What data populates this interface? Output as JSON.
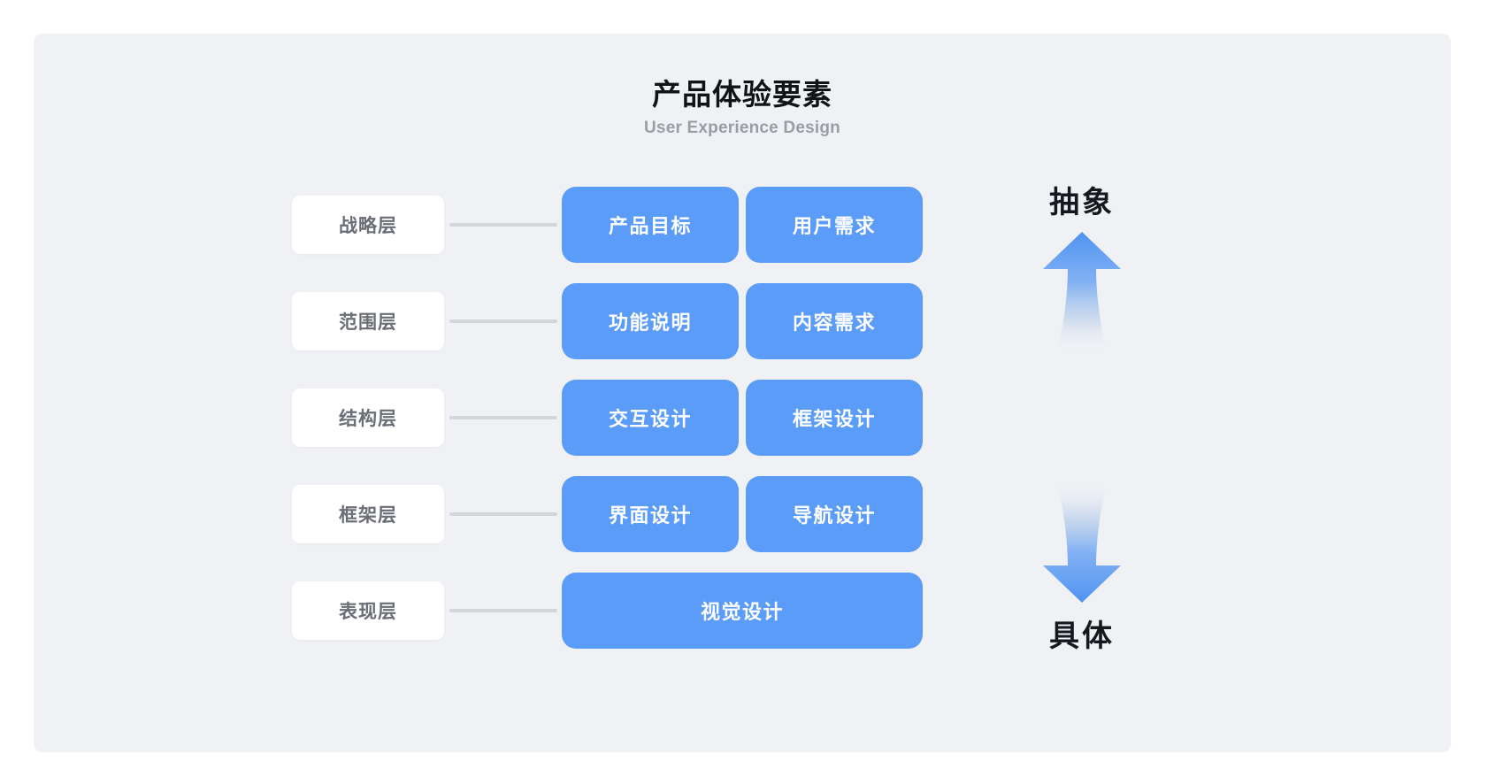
{
  "header": {
    "title": "产品体验要素",
    "subtitle": "User Experience Design"
  },
  "colors": {
    "panel_background": "#f0f1f5",
    "cell_blue": "#5b9cf8",
    "label_card": "#ffffff",
    "label_text": "#6b6e76",
    "connector": "#d2d5da",
    "title_text": "#111317",
    "subtitle_text": "#9a9da4",
    "axis_text": "#15181d"
  },
  "layers": [
    {
      "label": "战略层",
      "cells": [
        "产品目标",
        "用户需求"
      ]
    },
    {
      "label": "范围层",
      "cells": [
        "功能说明",
        "内容需求"
      ]
    },
    {
      "label": "结构层",
      "cells": [
        "交互设计",
        "框架设计"
      ]
    },
    {
      "label": "框架层",
      "cells": [
        "界面设计",
        "导航设计"
      ]
    },
    {
      "label": "表现层",
      "cells": [
        "视觉设计"
      ]
    }
  ],
  "axis": {
    "top_label": "抽象",
    "bottom_label": "具体",
    "up_arrow_icon": "arrow-up-icon",
    "down_arrow_icon": "arrow-down-icon"
  }
}
